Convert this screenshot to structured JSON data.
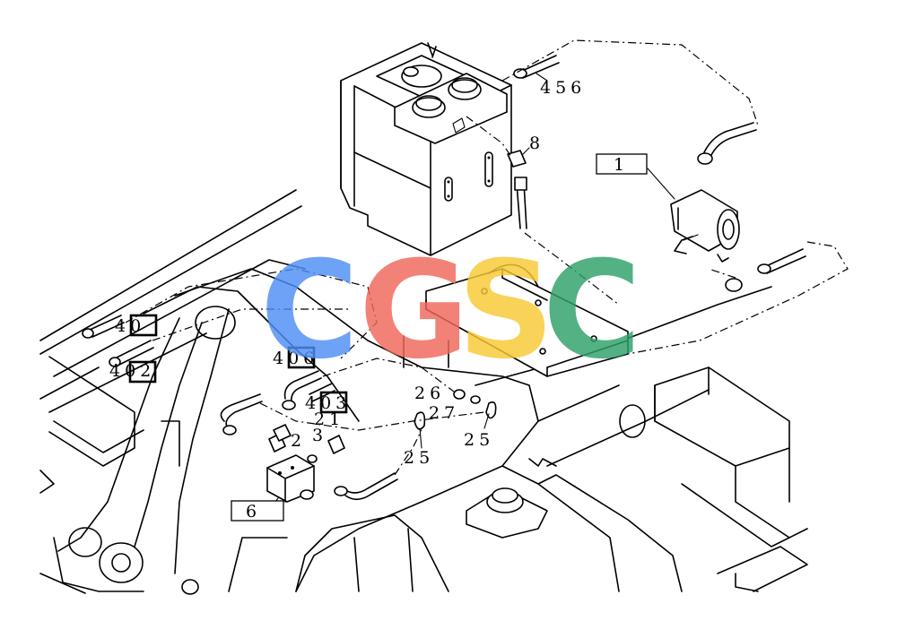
{
  "watermark": {
    "letters": [
      {
        "char": "C",
        "color": "#4f8ef5"
      },
      {
        "char": "G",
        "color": "#f0675a"
      },
      {
        "char": "S",
        "color": "#f8c934"
      },
      {
        "char": "C",
        "color": "#2ea06a"
      }
    ]
  },
  "callouts": {
    "part_1": "1",
    "part_6": "6",
    "part_8": "8",
    "part_456": "456",
    "part_406": "406",
    "part_403": "403",
    "part_40a": "40",
    "part_402": "402",
    "part_26": "26",
    "part_27": "27",
    "part_25a": "25",
    "part_25b": "25",
    "part_3": "3",
    "part_21": "21",
    "part_2": "2"
  }
}
